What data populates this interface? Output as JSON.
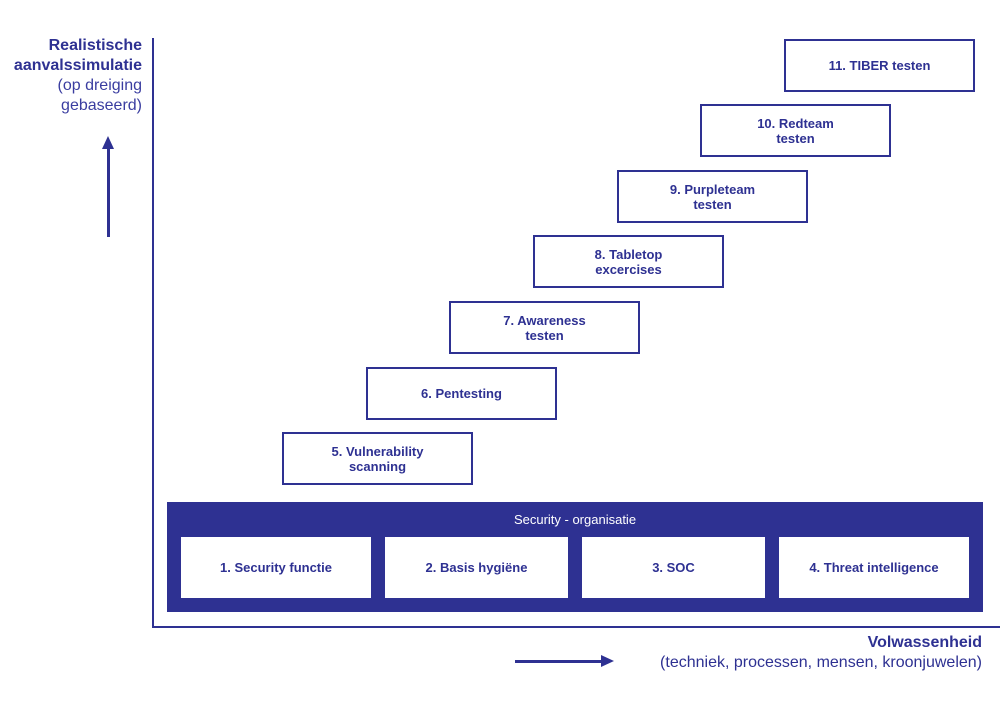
{
  "y_axis": {
    "title_line1": "Realistische",
    "title_line2": "aanvalssimulatie",
    "subtitle_line1": "(op dreiging",
    "subtitle_line2": "gebaseerd)"
  },
  "x_axis": {
    "title": "Volwassenheid",
    "subtitle": "(techniek, processen, mensen, kroonjuwelen)"
  },
  "steps": [
    {
      "line1": "5.  Vulnerability",
      "line2": "scanning"
    },
    {
      "line1": "6.  Pentesting",
      "line2": ""
    },
    {
      "line1": "7.  Awareness",
      "line2": "testen"
    },
    {
      "line1": "8.  Tabletop",
      "line2": "excercises"
    },
    {
      "line1": "9.  Purpleteam",
      "line2": "testen"
    },
    {
      "line1": "10.  Redteam",
      "line2": "testen"
    },
    {
      "line1": "11.  TIBER testen",
      "line2": ""
    }
  ],
  "organisation": {
    "title": "Security - organisatie",
    "items": [
      "1.  Security functie",
      "2.  Basis hygiëne",
      "3.  SOC",
      "4.  Threat intelligence"
    ]
  },
  "colors": {
    "primary": "#2e3192",
    "background": "#ffffff"
  }
}
